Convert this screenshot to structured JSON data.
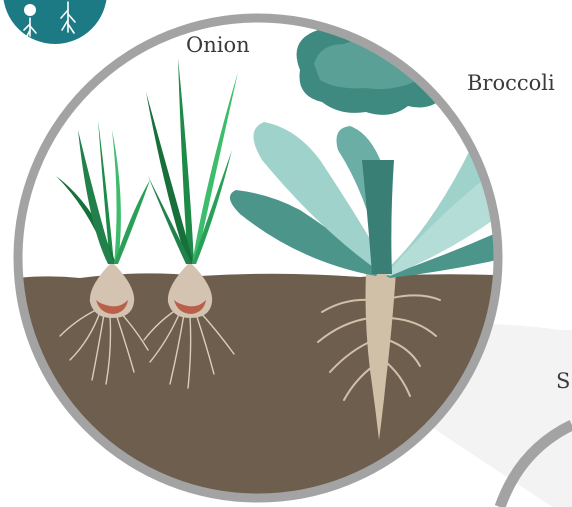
{
  "labels": {
    "onion": "Onion",
    "broccoli": "Broccoli",
    "next_partial": "S"
  },
  "colors": {
    "frame": "#a3a3a3",
    "soil": "#6d5e4e",
    "badge": "#1b7a84",
    "onion_leaf": "#1e8a48",
    "onion_leaf_light": "#3dbd6c",
    "onion_bulb": "#d3c3b0",
    "onion_inner": "#b8604a",
    "broccoli_head": "#3f8a80",
    "broccoli_leaf": "#9fd2cb",
    "broccoli_leaf_dark": "#4b958b",
    "root": "#d1c0a8"
  },
  "icons": {
    "badge": "plant-roots-icon"
  }
}
